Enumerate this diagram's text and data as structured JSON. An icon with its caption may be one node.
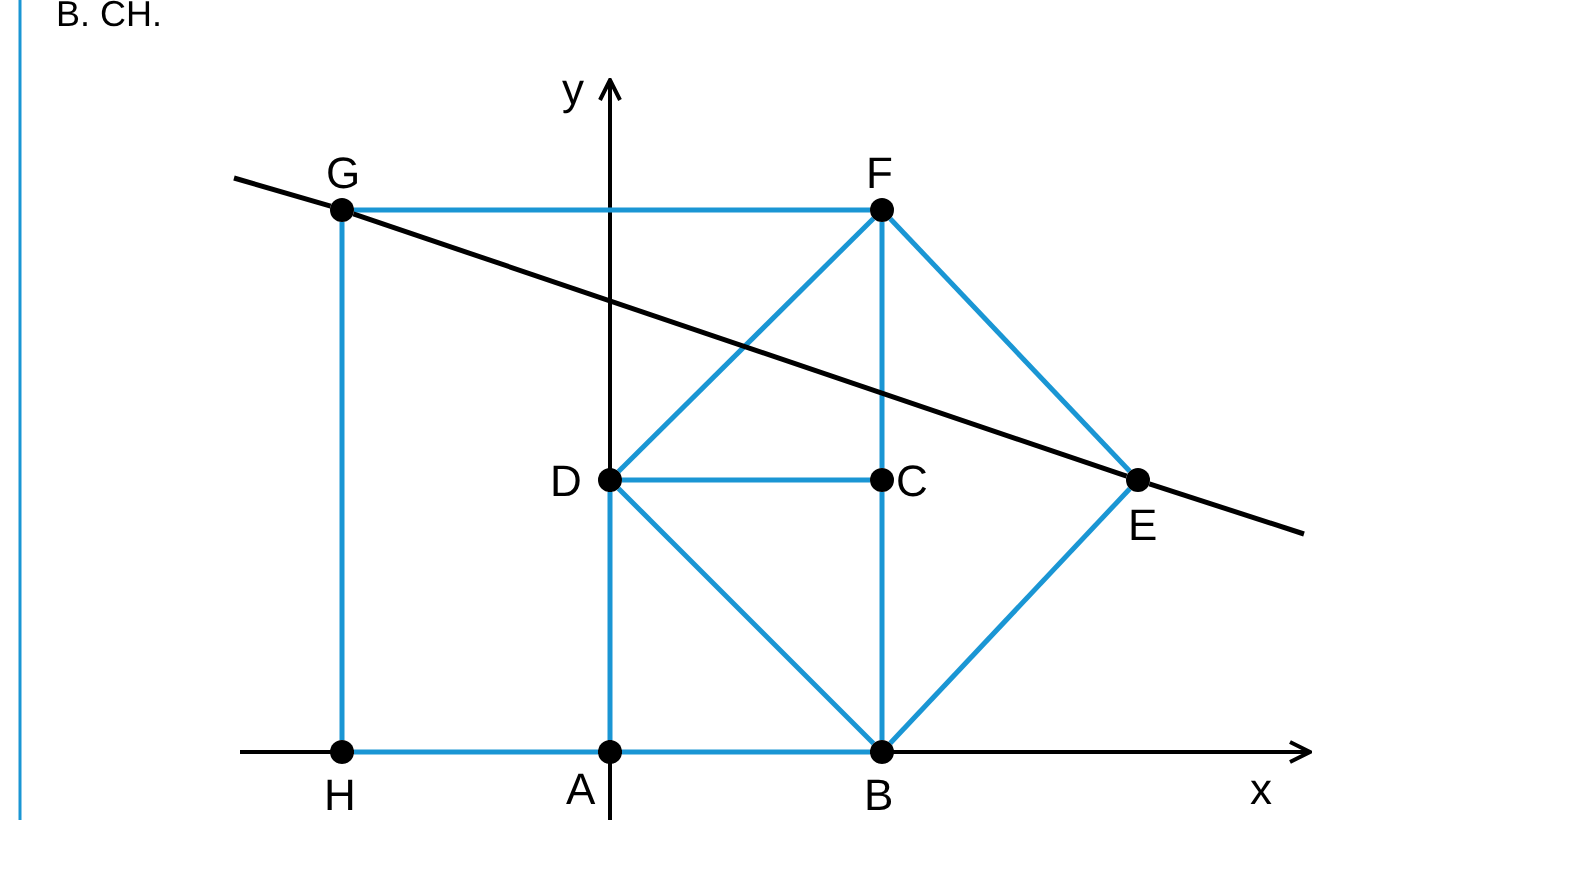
{
  "diagram": {
    "nodes": [
      {
        "text": [],
        "shape": "circle",
        "beside": [
          "G"
        ]
      },
      {
        "text": [],
        "shape": "circle",
        "beside": [
          "F"
        ]
      },
      {
        "text": [],
        "shape": "circle",
        "beside": [
          "D"
        ]
      },
      {
        "text": [],
        "shape": "circle",
        "beside": [
          "C"
        ]
      },
      {
        "text": [],
        "shape": "circle",
        "beside": [
          "E"
        ]
      },
      {
        "text": [],
        "shape": "circle",
        "beside": [
          "H"
        ]
      },
      {
        "text": [],
        "shape": "circle",
        "beside": [
          "A"
        ]
      },
      {
        "text": [],
        "shape": "circle",
        "beside": [
          "B"
        ]
      }
    ],
    "edges": [
      {
        "from": 0,
        "to": 1,
        "arrow": "none"
      },
      {
        "from": 0,
        "to": 5,
        "arrow": "none"
      },
      {
        "from": 5,
        "to": 6,
        "arrow": "none"
      },
      {
        "from": 6,
        "to": 7,
        "arrow": "none"
      },
      {
        "from": 6,
        "to": 2,
        "arrow": "none"
      },
      {
        "from": 2,
        "to": 3,
        "arrow": "none"
      },
      {
        "from": 2,
        "to": 1,
        "arrow": "none"
      },
      {
        "from": 1,
        "to": 3,
        "arrow": "none"
      },
      {
        "from": 3,
        "to": 7,
        "arrow": "none"
      },
      {
        "from": 2,
        "to": 7,
        "arrow": "none"
      },
      {
        "from": 7,
        "to": 4,
        "arrow": "none"
      },
      {
        "from": 4,
        "to": 1,
        "arrow": "none"
      },
      {
        "from": 0,
        "to": 4,
        "arrow": "none",
        "color": "#000000"
      }
    ],
    "labels": [
      "B. CH.",
      "y",
      "x"
    ]
  }
}
